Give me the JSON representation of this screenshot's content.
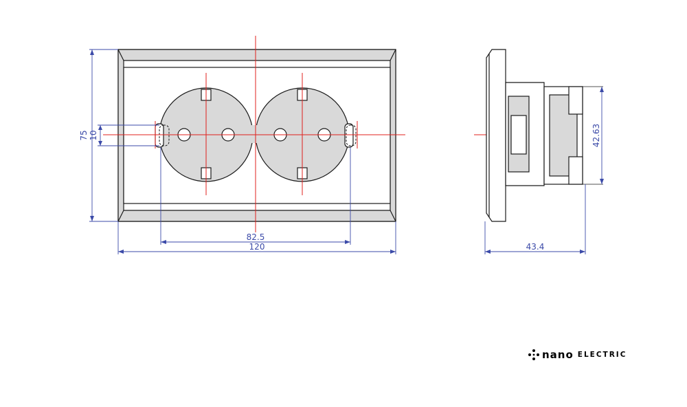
{
  "dimensions": {
    "height": "75",
    "pin_height": "10",
    "pin_spacing": "82.5",
    "width": "120",
    "depth": "43.4",
    "body_height": "42.63"
  },
  "logo": {
    "brand": "nano",
    "sub": "electric"
  },
  "colors": {
    "outline": "#1a1a1a",
    "fill": "#d9d9d9",
    "dimension": "#3b4aa8",
    "centerline": "#e0201c"
  }
}
